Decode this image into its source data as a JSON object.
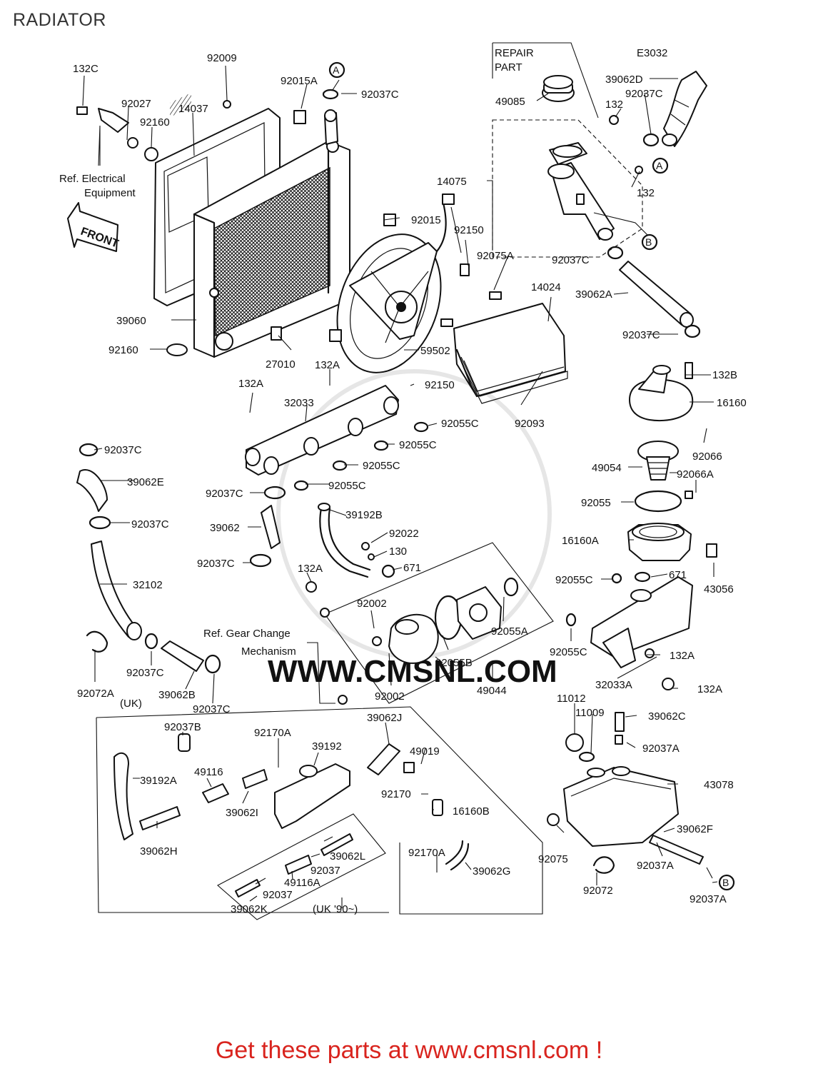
{
  "page": {
    "title": "RADIATOR",
    "diagram_code": "E3032",
    "footer_text": "Get these parts at www.cmsnl.com !"
  },
  "watermark": {
    "text": "WWW.CMSNL.COM"
  },
  "notes": {
    "repair_part": "REPAIR\nPART",
    "ref_electrical": "Ref. Electrical\nEquipment",
    "front": "FRONT",
    "ref_gear_change": "Ref. Gear Change\nMechanism",
    "uk": "(UK)",
    "uk_90": "(UK '90~)"
  },
  "callouts": [
    "A",
    "B"
  ],
  "parts": [
    "132C",
    "92027",
    "92160",
    "14037",
    "92009",
    "92015A",
    "92037C",
    "14075",
    "49085",
    "132",
    "39062D",
    "39060",
    "92015",
    "92150",
    "92075A",
    "14024",
    "39062A",
    "27010",
    "132A",
    "59502",
    "32033",
    "92055C",
    "92093",
    "132B",
    "16160",
    "92066",
    "49054",
    "92066A",
    "92055",
    "16160A",
    "43056",
    "671",
    "39062E",
    "39062",
    "39192B",
    "92022",
    "130",
    "32102",
    "92002",
    "92055A",
    "92055B",
    "49044",
    "92072A",
    "39062B",
    "32033A",
    "11012",
    "11009",
    "39062C",
    "92037A",
    "43078",
    "92037B",
    "92170A",
    "39192",
    "39062J",
    "49019",
    "39192A",
    "49116",
    "39062I",
    "92170",
    "16160B",
    "39062H",
    "39062L",
    "92037",
    "49116A",
    "39062K",
    "39062G",
    "39062F",
    "92075",
    "92072"
  ],
  "labels": {
    "l_132C": "132C",
    "l_92027": "92027",
    "l_92160a": "92160",
    "l_14037": "14037",
    "l_92009": "92009",
    "l_92015A": "92015A",
    "l_92037C_top": "92037C",
    "l_49085": "49085",
    "l_132_top": "132",
    "l_39062D": "39062D",
    "l_92037C_tr": "92037C",
    "l_132_mid": "132",
    "l_14075": "14075",
    "l_92015": "92015",
    "l_92150a": "92150",
    "l_92075A": "92075A",
    "l_92037C_r": "92037C",
    "l_14024": "14024",
    "l_39062A": "39062A",
    "l_39060": "39060",
    "l_92160b": "92160",
    "l_27010": "27010",
    "l_132A_a": "132A",
    "l_59502": "59502",
    "l_92037C_r2": "92037C",
    "l_132B": "132B",
    "l_16160": "16160",
    "l_92150b": "92150",
    "l_132A_b": "132A",
    "l_32033": "32033",
    "l_92055C_a": "92055C",
    "l_92093": "92093",
    "l_92037C_l": "92037C",
    "l_92055C_b": "92055C",
    "l_92066": "92066",
    "l_39062E": "39062E",
    "l_92055C_c": "92055C",
    "l_49054": "49054",
    "l_92066A": "92066A",
    "l_92037C_l2": "92037C",
    "l_92055C_d": "92055C",
    "l_92055": "92055",
    "l_39062": "39062",
    "l_39192B": "39192B",
    "l_92037C_l3": "92037C",
    "l_92022": "92022",
    "l_130": "130",
    "l_16160A": "16160A",
    "l_92037C_l4": "92037C",
    "l_132A_c": "132A",
    "l_671_a": "671",
    "l_92055C_e": "92055C",
    "l_671_b": "671",
    "l_43056": "43056",
    "l_32102": "32102",
    "l_92002_a": "92002",
    "l_92055A": "92055A",
    "l_92055B": "92055B",
    "l_92055C_f": "92055C",
    "l_132A_d": "132A",
    "l_92037C_l5": "92037C",
    "l_49044": "49044",
    "l_32033A": "32033A",
    "l_132A_e": "132A",
    "l_92072A": "92072A",
    "l_39062B": "39062B",
    "l_92037C_l6": "92037C",
    "l_92002_b": "92002",
    "l_uk": "(UK)",
    "l_11012": "11012",
    "l_11009": "11009",
    "l_39062C": "39062C",
    "l_92037B": "92037B",
    "l_92170A_a": "92170A",
    "l_39062J": "39062J",
    "l_39192": "39192",
    "l_49019": "49019",
    "l_92037A_a": "92037A",
    "l_39192A": "39192A",
    "l_49116": "49116",
    "l_39062I": "39062I",
    "l_92170": "92170",
    "l_43078": "43078",
    "l_16160B": "16160B",
    "l_39062H": "39062H",
    "l_39062L": "39062L",
    "l_92037_a": "92037",
    "l_92170A_b": "92170A",
    "l_39062G": "39062G",
    "l_39062F": "39062F",
    "l_49116A": "49116A",
    "l_92037_b": "92037",
    "l_92075": "92075",
    "l_92037A_b": "92037A",
    "l_39062K": "39062K",
    "l_uk90": "(UK '90~)",
    "l_92072": "92072",
    "l_92037A_c": "92037A",
    "n_repair1": "REPAIR",
    "n_repair2": "PART",
    "n_ref1": "Ref. Electrical",
    "n_ref2": "Equipment",
    "n_gear1": "Ref. Gear Change",
    "n_gear2": "Mechanism",
    "n_front": "FRONT",
    "code": "E3032",
    "wm": "WWW.CMSNL.COM",
    "c_A1": "A",
    "c_A2": "A",
    "c_B1": "B",
    "c_B2": "B"
  }
}
